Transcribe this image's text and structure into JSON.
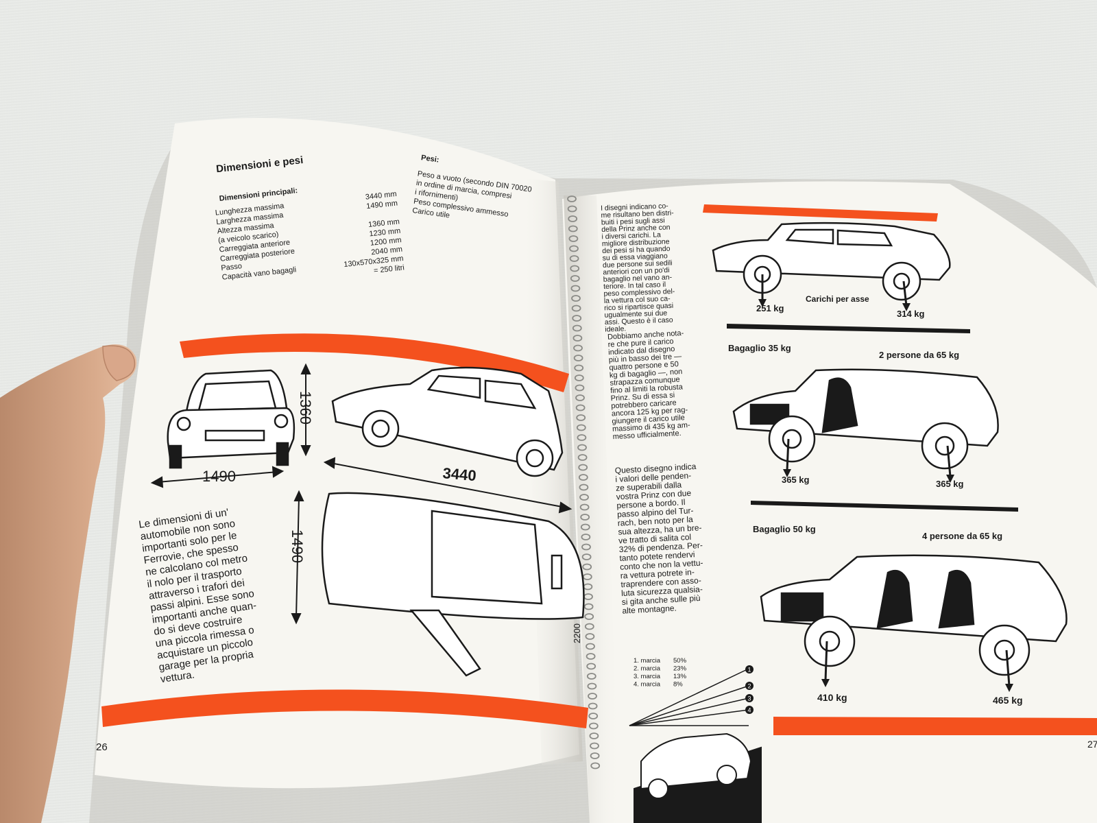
{
  "left_page": {
    "title": "Dimensioni e pesi",
    "dims_heading": "Dimensioni principali:",
    "dims": [
      {
        "label": "Lunghezza massima",
        "value": "3440 mm"
      },
      {
        "label": "Larghezza massima",
        "value": "1490 mm"
      },
      {
        "label": "Altezza massima",
        "value": ""
      },
      {
        "label": "(a veicolo scarico)",
        "value": "1360 mm"
      },
      {
        "label": "Carreggiata anteriore",
        "value": "1230 mm"
      },
      {
        "label": "Carreggiata posteriore",
        "value": "1200 mm"
      },
      {
        "label": "Passo",
        "value": "2040 mm"
      },
      {
        "label": "Capacità vano bagagli",
        "value": "130x570x325 mm"
      },
      {
        "label": "",
        "value": "= 250 litri"
      }
    ],
    "weights_heading": "Pesi:",
    "weights": [
      "Peso a vuoto (secondo DIN 70020",
      "in ordine di marcia, compresi",
      "i rifornimenti)",
      "Peso complessivo ammesso",
      "Carico utile"
    ],
    "dim_height": "1360",
    "dim_width": "1490",
    "dim_length": "3440",
    "dim_width_top": "1490",
    "dim_wheelbase": "2200",
    "body_lines": [
      "Le dimensioni di un'",
      "automobile non sono",
      "importanti solo per le",
      "Ferrovie, che spesso",
      "ne calcolano col metro",
      "il nolo per il trasporto",
      "attraverso i trafori dei",
      "passi alpini. Esse sono",
      "importanti anche quan-",
      "do si deve costruire",
      "una piccola rimessa o",
      "acquistare un piccolo",
      "garage per la propria",
      "vettura."
    ],
    "page_number": "26"
  },
  "right_page": {
    "col1_lines": [
      "I disegni indicano co-",
      "me risultano ben distri-",
      "buiti i pesi sugli assi",
      "della Prinz anche con",
      "i diversi carichi. La",
      "migliore distribuzione",
      "dei pesi si ha quando",
      "su di essa viaggiano",
      "due persone sui sedili",
      "anteriori con un po'di",
      "bagaglio nel vano an-",
      "teriore. In tal caso il",
      "peso complessivo del-",
      "la vettura col suo ca-",
      "rico si ripartisce quasi",
      "ugualmente sui due",
      "assi. Questo è il caso",
      "ideale."
    ],
    "col2_lines": [
      "Dobbiamo anche nota-",
      "re che pure il carico",
      "indicato dal disegno",
      "più in basso dei tre —",
      "quattro persone e 50",
      "kg di bagaglio —, non",
      "strapazza comunque",
      "fino al limiti la robusta",
      "Prinz. Su di essa si",
      "potrebbero caricare",
      "ancora 125 kg per rag-",
      "giungere il carico utile",
      "massimo di 435 kg am-",
      "messo ufficialmente."
    ],
    "col3_lines": [
      "Questo disegno indica",
      "i valori delle penden-",
      "ze superabili dalla",
      "vostra Prinz con due",
      "persone a bordo. Il",
      "passo alpino del Tur-",
      "rach, ben noto per la",
      "sua altezza, ha un bre-",
      "ve tratto di salita col",
      "32% di pendenza. Per-",
      "tanto potete rendervi",
      "conto che non la vettu-",
      "ra vettura potrete in-",
      "traprendere con asso-",
      "luta sicurezza qualsia-",
      "si gita anche sulle più",
      "alte montagne."
    ],
    "gears": [
      {
        "label": "1. marcia",
        "value": "50%",
        "marker": "1"
      },
      {
        "label": "2. marcia",
        "value": "23%",
        "marker": "2"
      },
      {
        "label": "3. marcia",
        "value": "13%",
        "marker": "3"
      },
      {
        "label": "4. marcia",
        "value": "8%",
        "marker": "4"
      }
    ],
    "fig1": {
      "caption": "Carichi per asse",
      "front": "251 kg",
      "rear": "314 kg"
    },
    "fig2": {
      "luggage": "Bagaglio 35 kg",
      "people": "2 persone da 65 kg",
      "front": "365 kg",
      "rear": "365 kg"
    },
    "fig3": {
      "luggage": "Bagaglio 50 kg",
      "people": "4 persone da 65 kg",
      "front": "410 kg",
      "rear": "465 kg"
    },
    "page_number": "27"
  },
  "colors": {
    "accent_orange": "#f4511e",
    "page": "#f7f6f1",
    "ink": "#1a1a1a"
  }
}
